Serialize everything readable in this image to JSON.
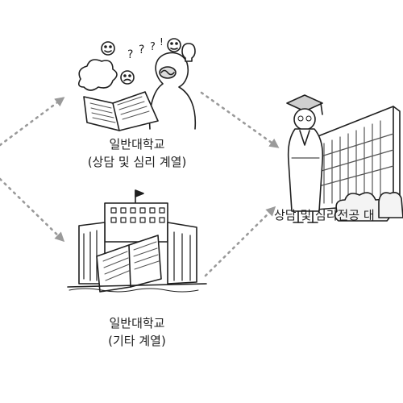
{
  "nodes": {
    "top": {
      "line1": "일반대학교",
      "line2": "(상담 및 심리 계열)"
    },
    "bottom": {
      "line1": "일반대학교",
      "line2": "(기타 계열)"
    },
    "right": {
      "line1": "상담 및 심리전공 대"
    }
  },
  "colors": {
    "line": "#1f1f1f",
    "arrow": "#9a9a9a",
    "fill": "#ffffff",
    "hatch": "#555555"
  }
}
